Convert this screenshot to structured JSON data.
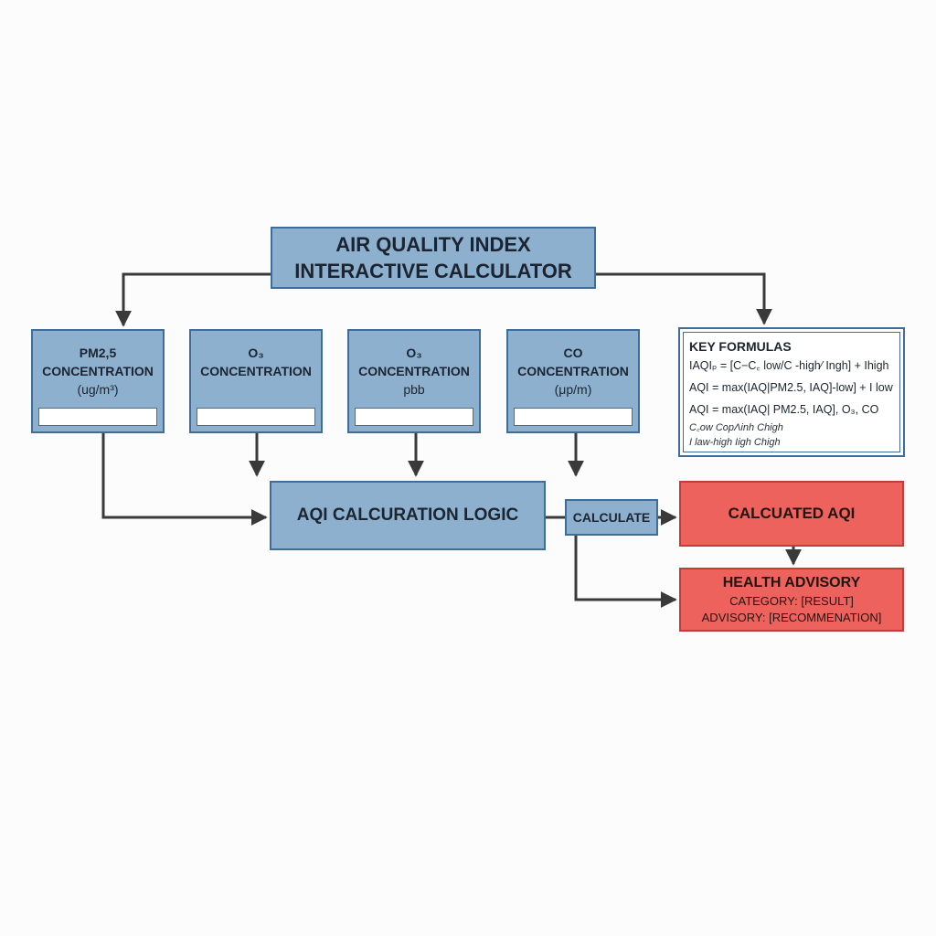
{
  "title": {
    "line1": "AIR QUALITY INDEX",
    "line2": "INTERACTIVE CALCULATOR"
  },
  "inputs": [
    {
      "label": "PM2,5",
      "sub": "CONCENTRATION",
      "unit": "(ug/m³)",
      "value": ""
    },
    {
      "label": "O₃",
      "sub": "CONCENTRATION",
      "unit": "",
      "value": ""
    },
    {
      "label": "O₃",
      "sub": "CONCENTRATION",
      "unit": "pbb",
      "value": ""
    },
    {
      "label": "CO",
      "sub": "CONCENTRATION",
      "unit": "(μp/m)",
      "value": ""
    }
  ],
  "logic": {
    "label": "AQI CALCURATION LOGIC"
  },
  "calculate_button": {
    "label": "CALCULATE"
  },
  "result": {
    "label": "CALCUATED AQI"
  },
  "advisory": {
    "heading": "HEALTH ADVISORY",
    "category": "CATEGORY: [RESULT]",
    "advisory": "ADVISORY: [RECOMMENATION]"
  },
  "formulas": {
    "heading": "KEY FORMULAS",
    "lines": [
      "IAQIₚ = [C−C꜀ low/C -high⁄ Ingh] + Ihigh",
      "AQI = max(IAQ|PM2.5, IAQ]-low] + I low",
      "AQI = max(IAQ| PM2.5, IAQ], O₃, CO"
    ],
    "notes": [
      "C꜀ow CopΛinh Chigh",
      "I law-high Iigh Chigh"
    ]
  },
  "colors": {
    "box_fill": "#8db0cf",
    "box_border": "#3f6d9a",
    "result_fill": "#ee625d",
    "arrow": "#3a3a3a"
  }
}
